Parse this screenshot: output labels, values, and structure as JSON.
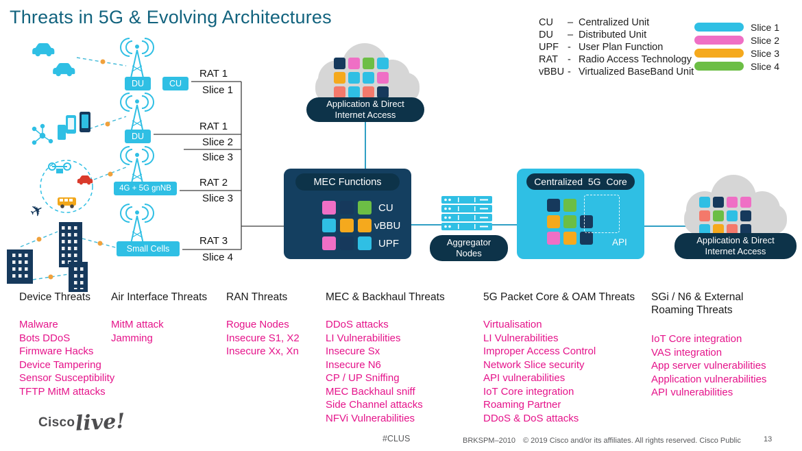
{
  "palette": {
    "cyan": "#2fbfe4",
    "pink": "#ef6fc5",
    "yellow": "#f5a91d",
    "green": "#6cbe45",
    "navy": "#16395c",
    "salmon": "#f4796b",
    "threat_text": "#e5138a",
    "title_text": "#12637e",
    "cloud_gray": "#d6d6d6",
    "pill_navy": "#0d3349",
    "mec_navy": "#143f60",
    "line_teal": "#2f9fc4"
  },
  "title": "Threats in 5G & Evolving Architectures",
  "legend": {
    "abbreviations": [
      {
        "abbr": "CU",
        "dash": "–",
        "definition": "Centralized Unit"
      },
      {
        "abbr": "DU",
        "dash": "–",
        "definition": "Distributed Unit"
      },
      {
        "abbr": "UPF",
        "dash": "-",
        "definition": "User Plan Function"
      },
      {
        "abbr": "RAT",
        "dash": "-",
        "definition": "Radio Access Technology"
      },
      {
        "abbr": "vBBU",
        "dash": "-",
        "definition": "Virtualized BaseBand Unit"
      }
    ],
    "slices": [
      {
        "label": "Slice 1",
        "color": "#2fbfe4"
      },
      {
        "label": "Slice 2",
        "color": "#ef6fc5"
      },
      {
        "label": "Slice 3",
        "color": "#f5a91d"
      },
      {
        "label": "Slice 4",
        "color": "#6cbe45"
      }
    ]
  },
  "ran": {
    "nodes": {
      "du1": "DU",
      "cu": "CU",
      "du2": "DU",
      "gnnb": "4G + 5G gnNB",
      "small_cells": "Small Cells"
    },
    "rows": [
      {
        "rat": "RAT 1",
        "slices": [
          "Slice 1"
        ]
      },
      {
        "rat": "RAT 1",
        "slices": [
          "Slice 2",
          "Slice 3"
        ]
      },
      {
        "rat": "RAT 2",
        "slices": [
          "Slice 3"
        ]
      },
      {
        "rat": "RAT 3",
        "slices": [
          "Slice 4"
        ]
      }
    ]
  },
  "cloud_top": {
    "label_line1": "Application & Direct",
    "label_line2": "Internet Access",
    "grid": [
      [
        "navy",
        "pink",
        "green",
        "cyan"
      ],
      [
        "yellow",
        "cyan",
        "cyan",
        "pink"
      ],
      [
        "salmon",
        "cyan",
        "salmon",
        "navy"
      ]
    ]
  },
  "mec": {
    "title": "MEC Functions",
    "row_labels": [
      "CU",
      "vBBU",
      "UPF"
    ],
    "grid": [
      [
        "pink",
        "navy",
        "green"
      ],
      [
        "cyan",
        "yellow",
        "yellow"
      ],
      [
        "pink",
        "navy",
        "cyan"
      ]
    ]
  },
  "aggregator": {
    "label_line1": "Aggregator",
    "label_line2": "Nodes"
  },
  "core": {
    "title": "Centralized 5G Core",
    "api_label": "API",
    "grid": [
      [
        "navy",
        "green",
        "cyan"
      ],
      [
        "yellow",
        "green",
        "navy"
      ],
      [
        "pink",
        "yellow",
        "navy"
      ]
    ]
  },
  "cloud_right": {
    "label_line1": "Application & Direct",
    "label_line2": "Internet Access",
    "grid": [
      [
        "cyan",
        "navy",
        "pink",
        "pink"
      ],
      [
        "salmon",
        "green",
        "cyan",
        "navy"
      ],
      [
        "cyan",
        "yellow",
        "salmon",
        "navy"
      ]
    ]
  },
  "threats": {
    "columns": [
      {
        "header": "Device Threats",
        "items": [
          "Malware",
          "Bots DDoS",
          "Firmware Hacks",
          "Device Tampering",
          "Sensor Susceptibility",
          "TFTP MitM attacks"
        ]
      },
      {
        "header": "Air Interface Threats",
        "items": [
          "MitM attack",
          "Jamming"
        ]
      },
      {
        "header": "RAN Threats",
        "items": [
          "Rogue Nodes",
          "Insecure S1, X2",
          "Insecure Xx, Xn"
        ]
      },
      {
        "header": "MEC & Backhaul Threats",
        "items": [
          "DDoS attacks",
          "LI Vulnerabilities",
          "Insecure Sx",
          "Insecure N6",
          "CP / UP Sniffing",
          "MEC Backhaul sniff",
          "Side Channel attacks",
          "NFVi Vulnerabilities"
        ]
      },
      {
        "header": "5G Packet Core & OAM Threats",
        "items": [
          "Virtualisation",
          "LI Vulnerabilities",
          "Improper Access Control",
          "Network Slice security",
          "API vulnerabilities",
          "IoT Core integration",
          "Roaming Partner",
          "DDoS & DoS attacks"
        ]
      },
      {
        "header": "SGi / N6 & External Roaming Threats",
        "items": [
          "IoT Core integration",
          "VAS  integration",
          "App server vulnerabilities",
          "Application vulnerabilities",
          "API vulnerabilities"
        ]
      }
    ]
  },
  "icons": {
    "airplane": "✈"
  },
  "footer": {
    "brand_cisco": "Cisco",
    "brand_live": "live!",
    "hashtag": "#CLUS",
    "session": "BRKSPM–2010",
    "copyright": "© 2019  Cisco and/or its affiliates. All rights reserved.   Cisco Public",
    "page": "13"
  }
}
